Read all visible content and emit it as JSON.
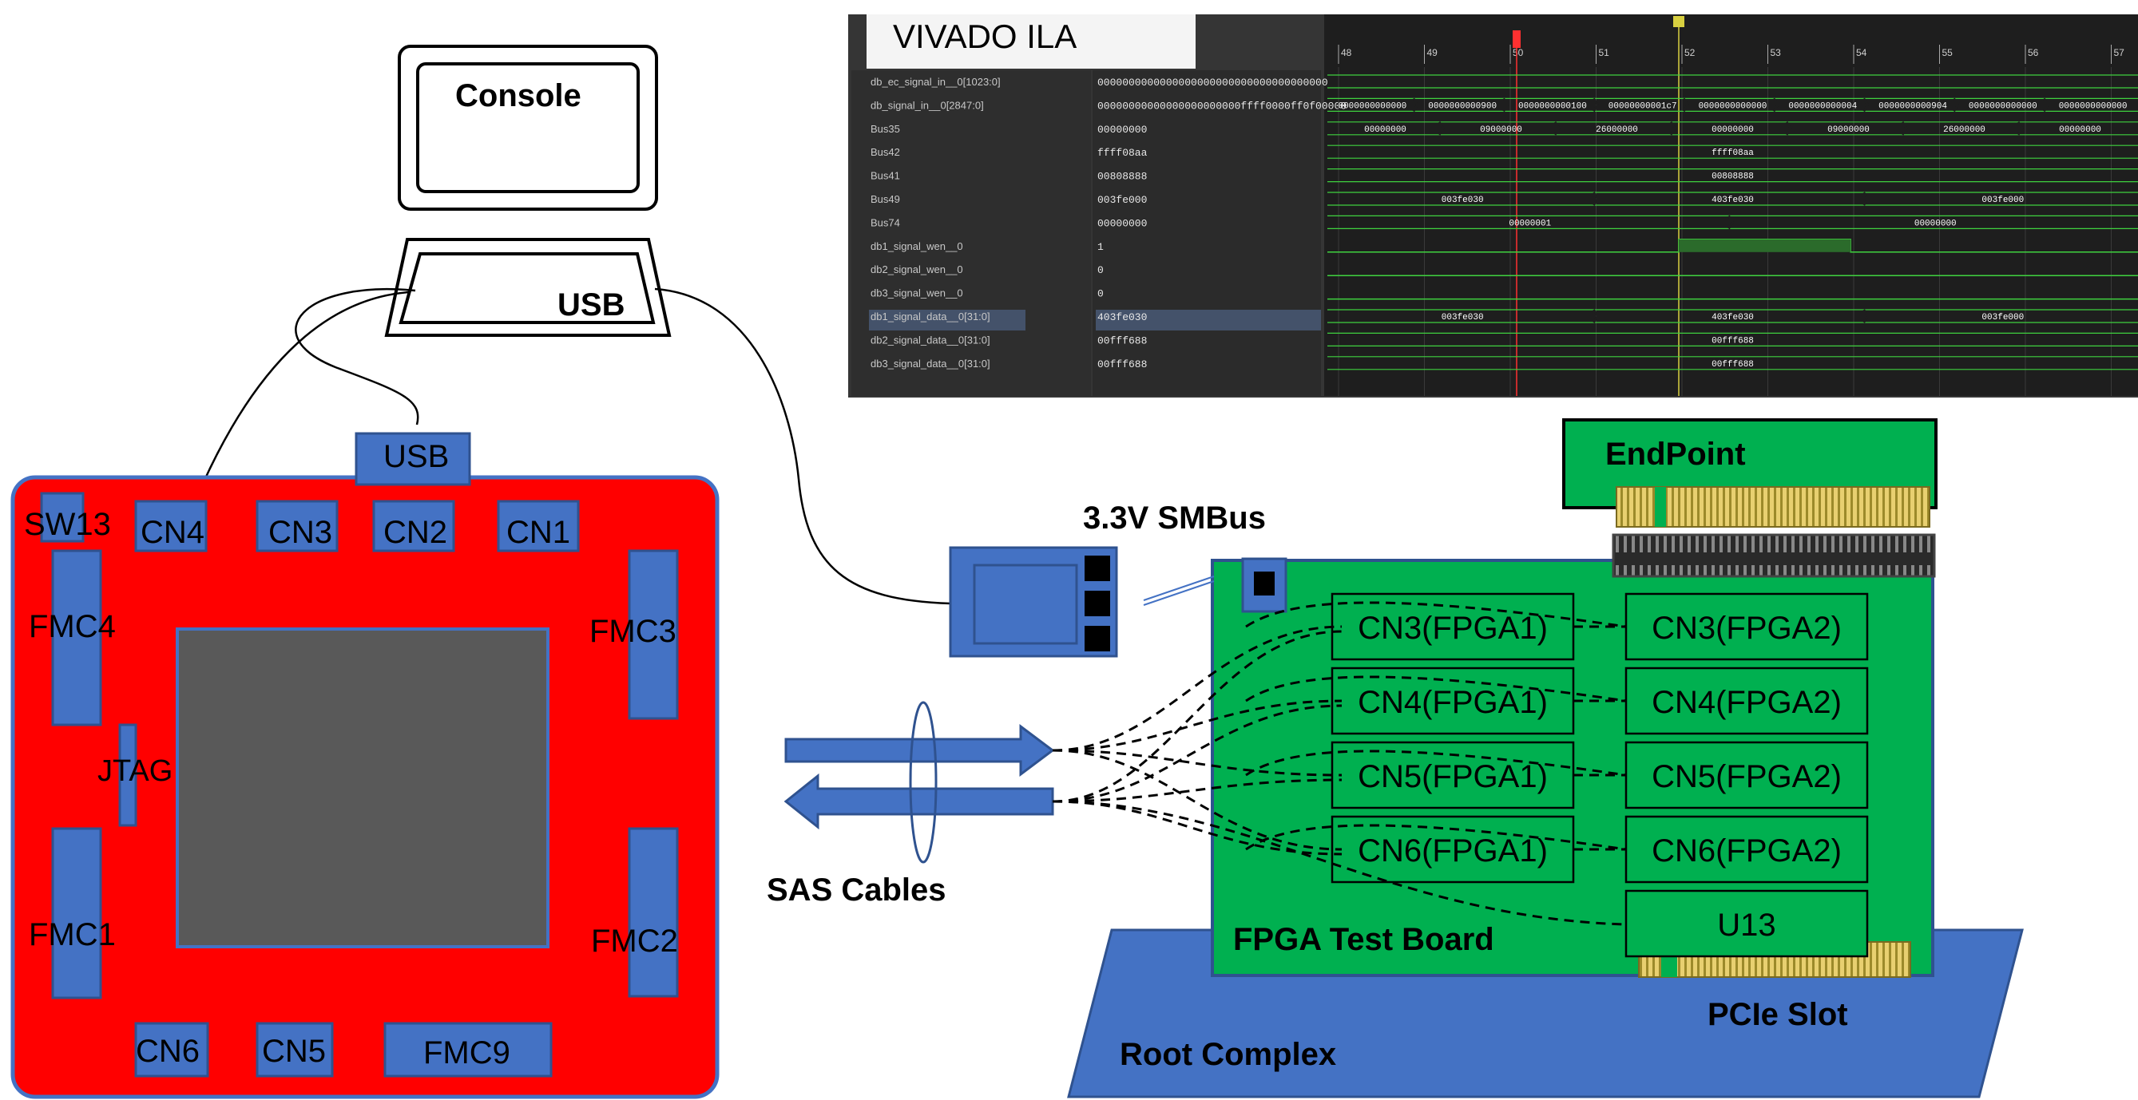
{
  "console": {
    "label": "Console",
    "usb_label": "USB"
  },
  "fpga_board": {
    "color": "#ff0000",
    "usb_label": "USB",
    "connectors": [
      "SW13",
      "CN4",
      "CN3",
      "CN2",
      "CN1",
      "FMC4",
      "FMC3",
      "JTAG",
      "FMC1",
      "FMC2",
      "CN6",
      "CN5",
      "FMC9"
    ]
  },
  "cables": {
    "label": "SAS Cables"
  },
  "smbus": {
    "label": "3.3V SMBus"
  },
  "test_board": {
    "label": "FPGA Test Board",
    "color": "#00b050",
    "left_column": [
      "CN3(FPGA1)",
      "CN4(FPGA1)",
      "CN5(FPGA1)",
      "CN6(FPGA1)"
    ],
    "right_column": [
      "CN3(FPGA2)",
      "CN4(FPGA2)",
      "CN5(FPGA2)",
      "CN6(FPGA2)",
      "U13"
    ]
  },
  "endpoint": {
    "label": "EndPoint"
  },
  "pcie": {
    "label": "PCIe Slot"
  },
  "root_complex": {
    "label": "Root Complex",
    "color": "#4472c4"
  },
  "ila": {
    "title": "VIVADO ILA",
    "signals": [
      {
        "name": "db_ec_signal_in__0[1023:0]",
        "value": "0000000000000000000000000000000000000"
      },
      {
        "name": "db_signal_in__0[2847:0]",
        "value": "00000000000000000000000ffff0000ff0f00000"
      },
      {
        "name": "Bus35",
        "value": "00000000"
      },
      {
        "name": "Bus42",
        "value": "ffff08aa"
      },
      {
        "name": "Bus41",
        "value": "00808888"
      },
      {
        "name": "Bus49",
        "value": "003fe000"
      },
      {
        "name": "Bus74",
        "value": "00000000"
      },
      {
        "name": "db1_signal_wen__0",
        "value": "1"
      },
      {
        "name": "db2_signal_wen__0",
        "value": "0"
      },
      {
        "name": "db3_signal_wen__0",
        "value": "0"
      },
      {
        "name": "db1_signal_data__0[31:0]",
        "value": "403fe030"
      },
      {
        "name": "db2_signal_data__0[31:0]",
        "value": "00fff688"
      },
      {
        "name": "db3_signal_data__0[31:0]",
        "value": "00fff688"
      }
    ],
    "ticks": [
      "48",
      "49",
      "50",
      "51",
      "52",
      "53",
      "54",
      "55",
      "56",
      "57"
    ],
    "marker_red": "50",
    "marker_yellow": "52",
    "wave_labels": [
      {
        "row": 1,
        "texts": [
          "0000000000000",
          "0000000000900",
          "0000000000100",
          "00000000001c7",
          "0000000000000",
          "0000000000004",
          "0000000000904",
          "0000000000000",
          "0000000000000"
        ]
      },
      {
        "row": 2,
        "texts": [
          "00000000",
          "09000000",
          "26000000",
          "00000000",
          "09000000",
          "26000000",
          "00000000"
        ]
      },
      {
        "row": 3,
        "texts": [
          "ffff08aa"
        ]
      },
      {
        "row": 4,
        "texts": [
          "00808888"
        ]
      },
      {
        "row": 5,
        "texts": [
          "003fe030",
          "403fe030",
          "003fe000"
        ]
      },
      {
        "row": 6,
        "texts": [
          "00000001",
          "00000000"
        ]
      },
      {
        "row": 10,
        "texts": [
          "003fe030",
          "403fe030",
          "003fe000"
        ]
      },
      {
        "row": 11,
        "texts": [
          "00fff688"
        ]
      },
      {
        "row": 12,
        "texts": [
          "00fff688"
        ]
      }
    ]
  }
}
